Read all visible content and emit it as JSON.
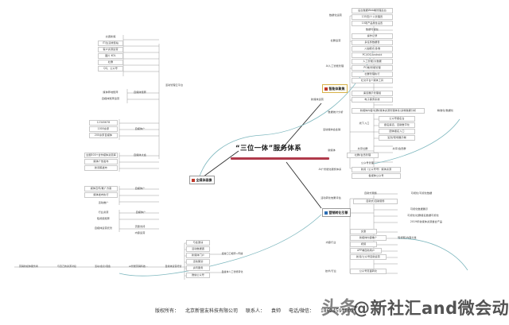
{
  "doc": {
    "type": "mindmap",
    "title": "“三位一体”服务体系",
    "accent_rule_color": "#b03a4b",
    "link_curve_color": "#7fb8bf",
    "link_line_color": "#9a9a9a"
  },
  "center": {
    "title": "“三位一体”服务体系"
  },
  "main_nodes": {
    "media_profile": {
      "label": "全媒体画像",
      "marker": "red-square-icon"
    },
    "smart_focus": {
      "label": "智能体聚焦",
      "marker": "red-square-icon"
    },
    "marketing_engine": {
      "label": "营销转化引擎",
      "marker": "blue-square-icon"
    }
  },
  "left_branch": {
    "root": "活动管理云平台",
    "groups": [
      {
        "label": "自媒体矩阵",
        "items": [
          "交通新媒",
          "IT/生活类型站",
          "客户资源运营",
          "图片 KOL",
          "社群",
          "QQ、公众号"
        ]
      },
      {
        "label": "自媒体矩阵",
        "items": [
          "媒体阵地矩阵",
          "自媒体矩阵运营"
        ]
      },
      {
        "label": "自媒体广",
        "items": [
          "12345678",
          "1000余家",
          "200余家自媒体"
        ]
      },
      {
        "label": "自媒体大会",
        "items": [
          "全国500+合作媒体资源库",
          "媒体广告发布",
          "新闻稿发布"
        ]
      },
      {
        "label": "自媒体广",
        "items": [
          "媒体宣传/推广方案",
          "媒体发布执行"
        ]
      },
      {
        "label": "自媒体广",
        "items": [
          "活动推广",
          "行业资源",
          "短视频矩阵",
          "自媒体运营托管",
          "社群运营服务"
        ]
      },
      {
        "label": "行业媒体",
        "items": [
          "流量支持",
          "内容运营"
        ]
      }
    ],
    "bottom_row": [
      "营销新媒体服务商",
      "与自己的资源对接",
      "活动/会议/展会",
      "AI智能营销科技...",
      "自媒体运营托管"
    ],
    "bottom_right_col": [
      "与会邀请",
      "活动数据通",
      "新媒体门户",
      "活动策划",
      "资讯服务",
      "微信公众号"
    ],
    "bottom_right_labels": [
      "经常口口相传+传播",
      "自媒体人工智能转化"
    ]
  },
  "top_right_branch": {
    "groups": [
      {
        "label": "数据化运营",
        "items": [
          "后台数据Web端管理后台",
          "135页/个人管理员",
          "10项产品属性设置",
          "数据可视化"
        ]
      },
      {
        "label": "社群运营",
        "items": [
          "操作记录",
          "多任务数据表",
          "入驻模式/多维",
          "PC/IOS/Android"
        ]
      },
      {
        "label": "AI人工智能管理",
        "items": [
          "人工智能/大数据",
          "PC端/智能管理",
          "社群管理执行",
          "社交平台+媒体工具"
        ]
      },
      {
        "label": "新媒体运营",
        "items": [
          "渠道展示管理组",
          "电子票务系统"
        ]
      },
      {
        "label": "数据统计分析",
        "items": [
          "新媒体内容/社群/媒体资源管理体系/多维数据分析",
          "精准化/数据化"
        ]
      },
      {
        "label": "活动媒体会会销",
        "items": [
          "公众号报名台",
          "线下入口",
          "报名渠道、自助数字化",
          "团体报名入口",
          "签到/现场展示端"
        ]
      },
      {
        "label": "新媒体",
        "items": [
          "社群/会员管理",
          "共享社群",
          "共享/会员群"
        ]
      },
      {
        "label": "AI广智能化服务体系",
        "items": [
          "公众号管理",
          "新闻（公众号号）媒体资源",
          "各媒体公众号"
        ]
      }
    ]
  },
  "bottom_right_branch": {
    "groups": [
      {
        "label": "活动转化效果评估",
        "items": [
          "自助式服务",
          "自助式/自助服务"
        ]
      },
      {
        "label": "可视化/可视化数据",
        "items": [
          "可视化数据展示",
          "可视化/社群报名数据可视化",
          "2019年新媒体资源整合产品"
        ]
      },
      {
        "label": "内容行业",
        "items": [
          "文章",
          "新媒体内容推广",
          "短视频/内容分发",
          "视频",
          "APP端自助用户",
          "新闻/公众号自助运营"
        ]
      },
      {
        "label": "技术/行业",
        "items": [
          "公众号页面转化"
        ]
      }
    ]
  },
  "footer": {
    "copyright_label": "版权所有：",
    "company": "北京新营友科技有限公司",
    "contact_label": "联系人：",
    "contact_name": "袁帅",
    "phone_label": "电话/微信：",
    "phone": "18624591505"
  },
  "watermark": {
    "brand": "头条",
    "handle": "@新社汇and微会动袁帅"
  }
}
